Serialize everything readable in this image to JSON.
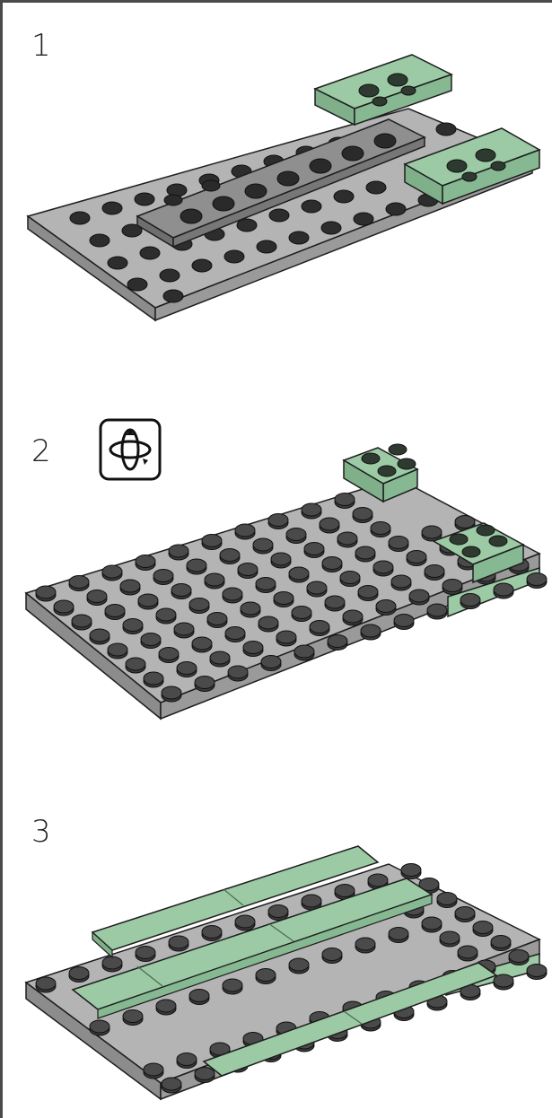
{
  "steps": [
    {
      "number": "1"
    },
    {
      "number": "2",
      "icon": "rotate-model-icon"
    },
    {
      "number": "3"
    }
  ],
  "colors": {
    "plate_gray": "#a9a9a9",
    "plate_dark": "#7d7d7d",
    "stud": "#3a3a3a",
    "sand_green": "#9ccaa5",
    "sand_green_dark": "#7fb08a",
    "outline": "#1e1e1e"
  }
}
